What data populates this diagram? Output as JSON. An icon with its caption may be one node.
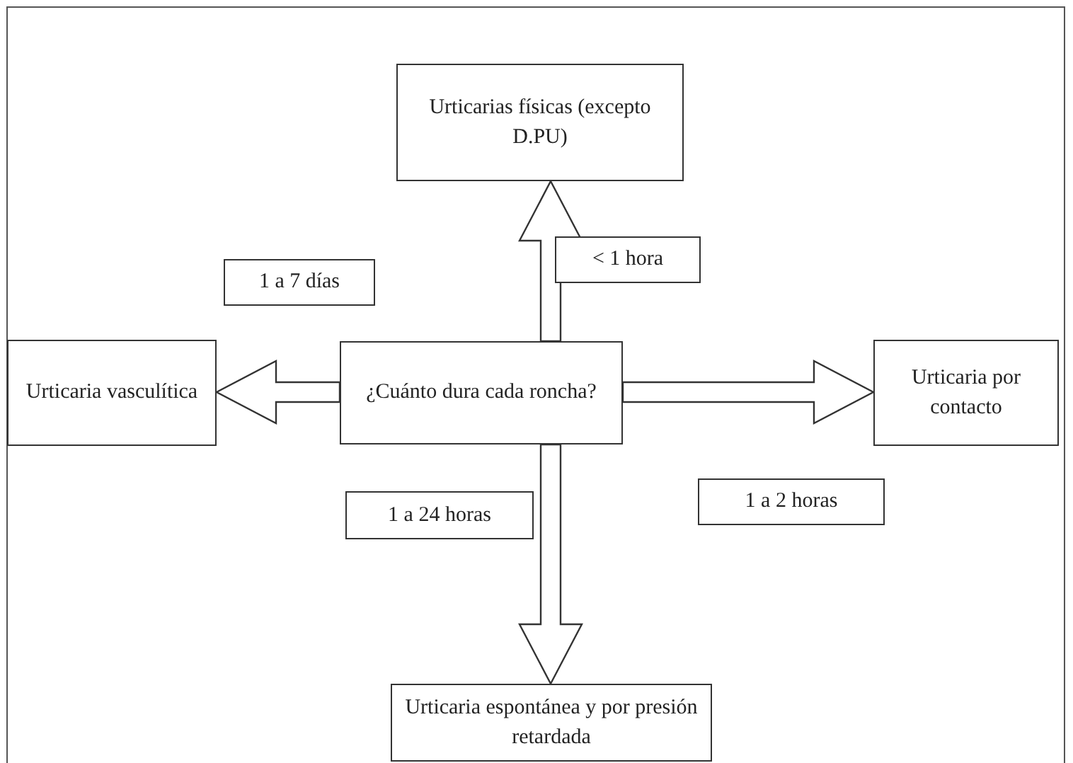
{
  "diagram": {
    "nodes": [
      {
        "text": [
          "¿Cuánto dura cada roncha?"
        ]
      },
      {
        "text": [
          "Urticarias físicas (excepto D.PU)"
        ]
      },
      {
        "text": [
          "Urticaria vasculítica"
        ]
      },
      {
        "text": [
          "Urticaria por contacto"
        ]
      },
      {
        "text": [
          "Urticaria espontánea y por presión retardada"
        ]
      },
      {
        "text": [
          "< 1 hora"
        ]
      },
      {
        "text": [
          "1 a 7 días"
        ]
      },
      {
        "text": [
          "1 a 2 horas"
        ]
      },
      {
        "text": [
          "1 a 24 horas"
        ]
      }
    ],
    "edges": [
      {
        "from": 0,
        "to": 1,
        "arrow": "to"
      },
      {
        "from": 0,
        "to": 2,
        "arrow": "to"
      },
      {
        "from": 0,
        "to": 3,
        "arrow": "to"
      },
      {
        "from": 0,
        "to": 4,
        "arrow": "to"
      }
    ]
  }
}
